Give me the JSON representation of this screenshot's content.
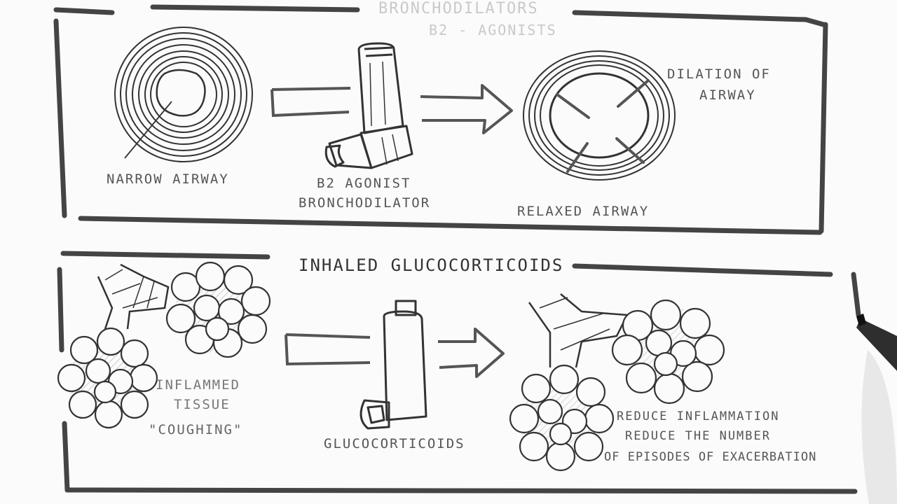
{
  "top_panel": {
    "title": "BRONCHODILATORS",
    "subtitle": "B2 - AGONISTS",
    "narrow_label": "NARROW AIRWAY",
    "drug_label_line1": "B2 AGONIST",
    "drug_label_line2": "BRONCHODILATOR",
    "dilation_line1": "DILATION OF",
    "dilation_line2": "AIRWAY",
    "relaxed_label": "RELAXED AIRWAY"
  },
  "bottom_panel": {
    "title": "INHALED GLUCOCORTICOIDS",
    "inflamed_line1": "INFLAMMED",
    "inflamed_line2": "TISSUE",
    "coughing_label": "\"COUGHING\"",
    "drug_label": "GLUCOCORTICOIDS",
    "result_line1": "REDUCE INFLAMMATION",
    "result_line2": "REDUCE THE NUMBER",
    "result_line3": "OF EPISODES OF EXACERBATION"
  }
}
